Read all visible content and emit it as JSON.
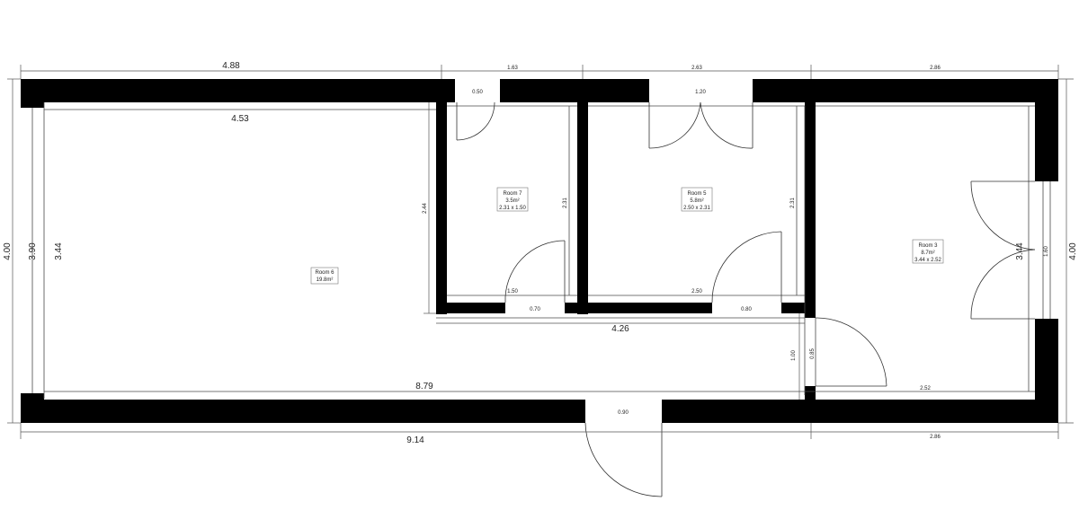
{
  "rooms": [
    {
      "id": "room6",
      "name": "Room 6",
      "area": "19.8m²",
      "size": ""
    },
    {
      "id": "room7",
      "name": "Room 7",
      "area": "3.5m²",
      "size": "2.31 x 1.50"
    },
    {
      "id": "room5",
      "name": "Room 5",
      "area": "5.8m²",
      "size": "2.50 x 2.31"
    },
    {
      "id": "room3",
      "name": "Room 3",
      "area": "8.7m²",
      "size": "3.44 x 2.52"
    }
  ],
  "dims": {
    "top_left": "4.88",
    "top_mid1": "1.63",
    "top_mid2": "2.63",
    "top_right": "2.86",
    "door_r7": "0.50",
    "door_r5": "1.20",
    "inner_top": "4.53",
    "left_outer": "4.00",
    "left_mid": "3.90",
    "left_inner": "3.44",
    "r7_height": "2.44",
    "r7_side": "2.31",
    "r5_side": "2.31",
    "r7_width": "1.50",
    "r7_door": "0.70",
    "r5_width": "2.50",
    "r5_door": "0.80",
    "corridor": "4.26",
    "vert_a": "1.00",
    "vert_b": "0.85",
    "inner_bottom": "8.79",
    "entrance": "0.90",
    "r3_width": "2.52",
    "bottom_total": "9.14",
    "bottom_right": "2.86",
    "r3_height": "3.44",
    "right_window": "1.60",
    "right_outer": "4.00"
  }
}
